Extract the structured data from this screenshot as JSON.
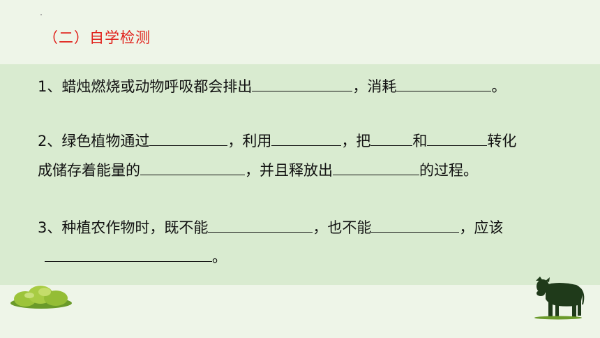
{
  "heading": "（二）自学检测",
  "q1": {
    "part1": "1、蜡烛燃烧或动物呼吸都会排出",
    "part2": "，消耗",
    "part3": "。"
  },
  "q2": {
    "part1": "2、绿色植物通过",
    "part2": "，利用",
    "part3": "，把",
    "part4": "和",
    "part5": "转化",
    "line2_part1": "成储存着能量的",
    "line2_part2": "，并且释放出",
    "line2_part3": "的过程。"
  },
  "q3": {
    "part1": "3、种植农作物时，既不能",
    "part2": "，也不能",
    "part3": "，应该",
    "line2_part1": "。"
  },
  "colors": {
    "heading": "#e0201a",
    "panel": "#d9ebd0",
    "background": "#eef5e8"
  },
  "icons": {
    "bush": "bush-icon",
    "cow": "cow-icon"
  }
}
